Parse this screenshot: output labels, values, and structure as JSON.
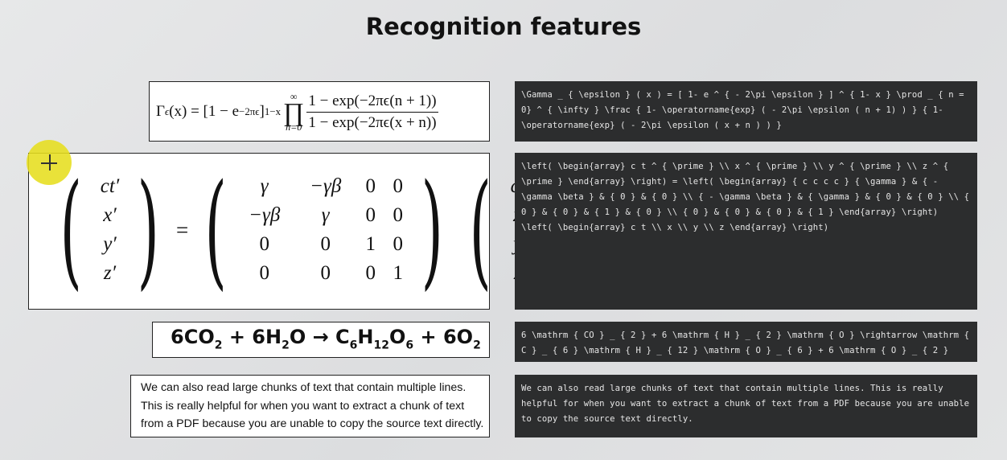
{
  "page": {
    "title": "Recognition features"
  },
  "gamma_formula": {
    "lhs": "Γ",
    "lhs_sub": "ϵ",
    "lhs_arg": "(x) = [1 − e",
    "exp": "−2πϵ",
    "after_exp": "]",
    "exp2": "1−x",
    "prod_upper": "∞",
    "prod_symbol": "∏",
    "prod_lower": "n=0",
    "numerator": "1 − exp(−2πϵ(n + 1))",
    "denominator": "1 − exp(−2πϵ(x + n))"
  },
  "lorentz": {
    "left_vector": [
      "ct′",
      "x′",
      "y′",
      "z′"
    ],
    "equals": "=",
    "matrix": [
      [
        "γ",
        "−γβ",
        "0",
        "0"
      ],
      [
        "−γβ",
        "γ",
        "0",
        "0"
      ],
      [
        "0",
        "0",
        "1",
        "0"
      ],
      [
        "0",
        "0",
        "0",
        "1"
      ]
    ],
    "right_vector": [
      "ct",
      "x",
      "y",
      "z"
    ]
  },
  "chemistry": {
    "parts": [
      "6CO",
      "2",
      " + 6H",
      "2",
      "O → C",
      "6",
      "H",
      "12",
      "O",
      "6",
      " + 6O",
      "2"
    ]
  },
  "text_sample": {
    "lines": [
      "We can also read large chunks of text that contain multiple lines.",
      "This is really helpful for when you want to extract a chunk of text",
      "from a PDF because you are unable to copy the source text directly."
    ]
  },
  "outputs": {
    "gamma_latex": "\\Gamma _ { \\epsilon } ( x ) = [ 1- e ^ { - 2\\pi \\epsilon } ] ^ { 1- x } \\prod _ { n = 0} ^ { \\infty } \\frac { 1- \\operatorname{exp} ( - 2\\pi \\epsilon ( n + 1) ) } { 1- \\operatorname{exp} ( - 2\\pi \\epsilon ( x + n ) ) }",
    "lorentz_latex": "\\left( \\begin{array} c t ^ { \\prime } \\\\ x ^ { \\prime } \\\\ y ^ { \\prime } \\\\ z ^ { \\prime } \\end{array} \\right) = \\left( \\begin{array} { c c c c } { \\gamma } & { - \\gamma \\beta } & { 0 } & { 0 } \\\\ { - \\gamma \\beta } & { \\gamma } & { 0 } & { 0 } \\\\ { 0 } & { 0 } & { 1 } & { 0 } \\\\ { 0 } & { 0 } & { 0 } & { 1 } \\end{array} \\right) \\left( \\begin{array} c t \\\\ x \\\\ y \\\\ z \\end{array} \\right)",
    "chem_latex": "6 \\mathrm { CO } _ { 2 } + 6 \\mathrm { H } _ { 2 } \\mathrm { O } \\rightarrow \\mathrm { C } _ { 6 } \\mathrm { H } _ { 12 } \\mathrm { O } _ { 6 } + 6 \\mathrm { O } _ { 2 }",
    "text_output": "We can also read large chunks of text that contain multiple lines. This is really helpful for when you want to extract a chunk of text from a PDF because you are unable to copy the source text directly."
  },
  "colors": {
    "background": "#e3e4e5",
    "output_panel": "#2c2d2e",
    "output_text": "#e6e6e6",
    "cursor_highlight": "#e6de1e"
  },
  "cursor": {
    "icon": "crosshair-cursor-icon"
  }
}
